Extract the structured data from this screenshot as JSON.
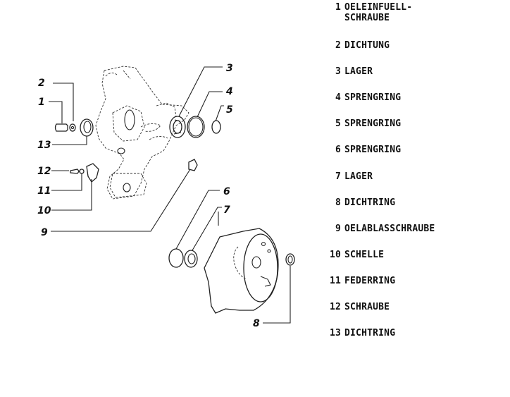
{
  "diagram": {
    "callouts": [
      "1",
      "2",
      "3",
      "4",
      "5",
      "6",
      "7",
      "8",
      "9",
      "10",
      "11",
      "12",
      "13"
    ]
  },
  "legend": {
    "items": [
      {
        "num": "1",
        "label": "OELEINFUELL-\nSCHRAUBE"
      },
      {
        "num": "2",
        "label": "DICHTUNG"
      },
      {
        "num": "3",
        "label": "LAGER"
      },
      {
        "num": "4",
        "label": "SPRENGRING"
      },
      {
        "num": "5",
        "label": "SPRENGRING"
      },
      {
        "num": "6",
        "label": "SPRENGRING"
      },
      {
        "num": "7",
        "label": "LAGER"
      },
      {
        "num": "8",
        "label": "DICHTRING"
      },
      {
        "num": "9",
        "label": "OELABLASSCHRAUBE"
      },
      {
        "num": "10",
        "label": "SCHELLE"
      },
      {
        "num": "11",
        "label": "FEDERRING"
      },
      {
        "num": "12",
        "label": "SCHRAUBE"
      },
      {
        "num": "13",
        "label": "DICHTRING"
      }
    ]
  },
  "colors": {
    "ink": "#111111",
    "background": "#ffffff"
  }
}
